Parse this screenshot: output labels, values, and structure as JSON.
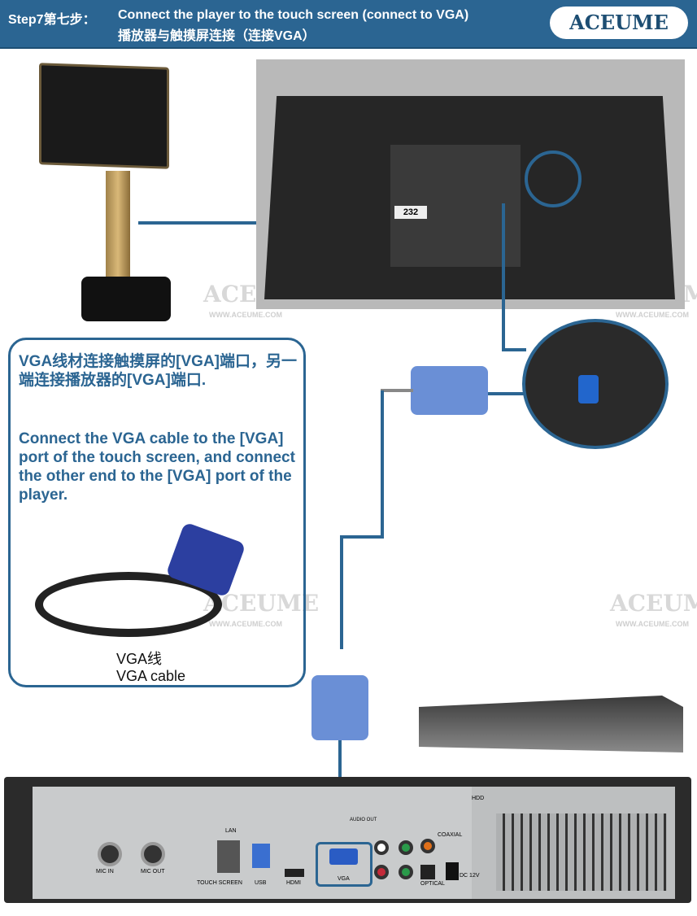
{
  "header": {
    "step": "Step7第七步：",
    "title_en": "Connect the player to the touch screen (connect to VGA)",
    "title_zh": "播放器与触摸屏连接（连接VGA）",
    "logo": "ACEUME"
  },
  "watermark": {
    "brand": "ACEUME",
    "url": "WWW.ACEUME.COM"
  },
  "instructions": {
    "zh": "VGA线材连接触摸屏的[VGA]端口，另一端连接播放器的[VGA]端口.",
    "en": "Connect the VGA cable to the [VGA] port of the touch screen, and connect the other end to the [VGA] port of the player."
  },
  "cable_caption": {
    "zh": "VGA线",
    "en": "VGA cable"
  },
  "monitor_label": "232",
  "player_ports": [
    "MIC IN",
    "MIC OUT",
    "LAN",
    "TOUCH SCREEN",
    "USB",
    "HDMI",
    "VGA",
    "AUDIO OUT",
    "COAXIAL",
    "OPTICAL",
    "DC 12V",
    "HDD"
  ],
  "colors": {
    "accent": "#2b6592"
  }
}
